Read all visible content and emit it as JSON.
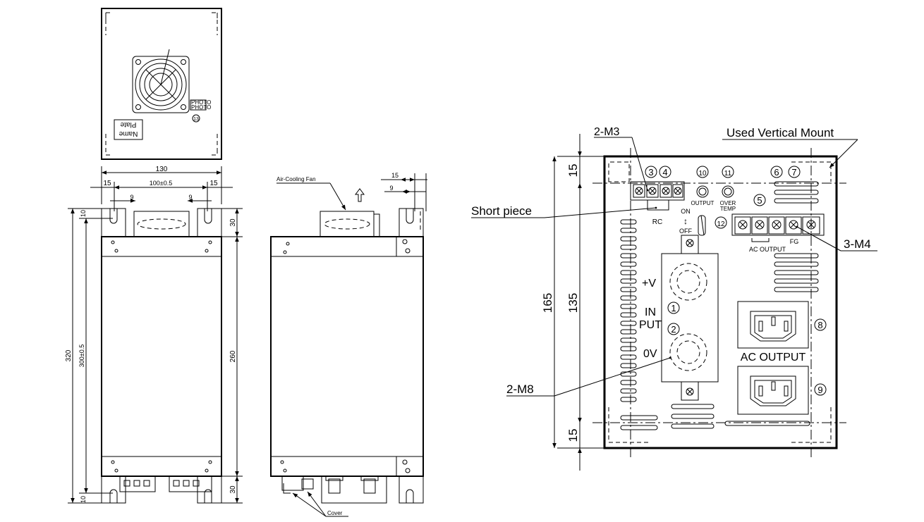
{
  "top_view": {
    "name_plate": [
      "Name",
      "Plate"
    ],
    "balloon_13": "13",
    "labels_small": [
      "PHOTO",
      "PHOTO"
    ]
  },
  "front_view": {
    "dim_130": "130",
    "dim_15_left": "15",
    "dim_100": "100±0.5",
    "dim_15_right": "15",
    "dim_9_left": "9",
    "dim_9_right": "9",
    "dim_320": "320",
    "dim_300": "300±0.5",
    "dim_10_top": "10",
    "dim_10_bottom": "10",
    "dim_30_top": "30",
    "dim_260": "260",
    "dim_30_bottom": "30"
  },
  "side_view": {
    "fan_label": "Air-Cooling Fan",
    "dim_15": "15",
    "dim_9": "9",
    "cover_label": "Cover"
  },
  "rear_view": {
    "label_2m3": "2-M3",
    "label_vertical_mount": "Used Vertical Mount",
    "label_short_piece": "Short piece",
    "label_3m4": "3-M4",
    "label_2m8": "2-M8",
    "dim_165": "165",
    "dim_15_top": "15",
    "dim_135": "135",
    "dim_15_bottom": "15",
    "rc": "RC",
    "output": "OUTPUT",
    "over_temp": [
      "OVER",
      "TEMP"
    ],
    "on": "ON",
    "off": "OFF",
    "plus_v": "+V",
    "in_put": [
      "IN",
      "PUT"
    ],
    "zero_v": "0V",
    "ac_output_small": "AC OUTPUT",
    "fg": "FG",
    "ac_output_big": "AC OUTPUT",
    "balloons": [
      "1",
      "2",
      "3",
      "4",
      "5",
      "6",
      "7",
      "8",
      "9",
      "10",
      "11",
      "12"
    ]
  }
}
